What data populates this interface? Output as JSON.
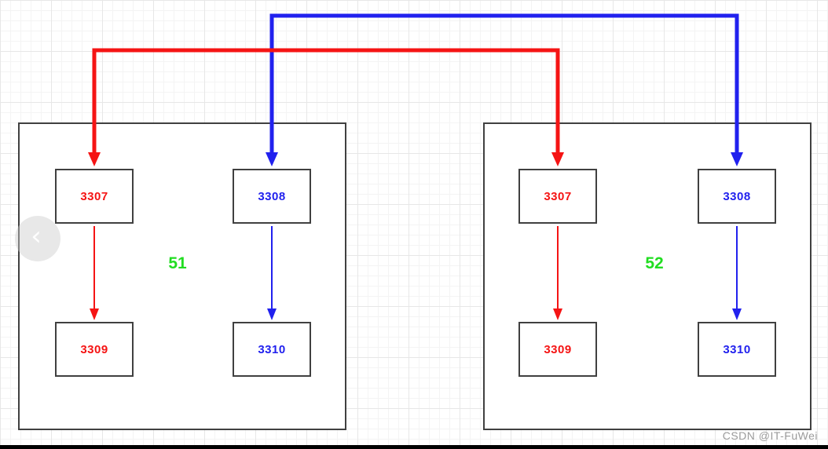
{
  "colors": {
    "red": "#f51414",
    "blue": "#2121ee",
    "green": "#21dd21",
    "box_border": "#404040",
    "watermark": "#9b9b9b"
  },
  "groups": [
    {
      "label": "51",
      "ports": {
        "top_left": "3307",
        "top_right": "3308",
        "bottom_left": "3309",
        "bottom_right": "3310"
      }
    },
    {
      "label": "52",
      "ports": {
        "top_left": "3307",
        "top_right": "3308",
        "bottom_left": "3309",
        "bottom_right": "3310"
      }
    }
  ],
  "connections": [
    {
      "color": "red",
      "style": "thick",
      "type": "cross-replication",
      "endpoints": [
        "51.3307",
        "52.3307"
      ]
    },
    {
      "color": "blue",
      "style": "thick",
      "type": "cross-replication",
      "endpoints": [
        "51.3308",
        "52.3308"
      ]
    },
    {
      "color": "red",
      "style": "thin",
      "type": "internal",
      "from": "51.3307",
      "to": "51.3309"
    },
    {
      "color": "blue",
      "style": "thin",
      "type": "internal",
      "from": "51.3308",
      "to": "51.3310"
    },
    {
      "color": "red",
      "style": "thin",
      "type": "internal",
      "from": "52.3307",
      "to": "52.3309"
    },
    {
      "color": "blue",
      "style": "thin",
      "type": "internal",
      "from": "52.3308",
      "to": "52.3310"
    }
  ],
  "carousel": {
    "prev_icon": "‹"
  },
  "watermark_text": "CSDN @IT-FuWei"
}
